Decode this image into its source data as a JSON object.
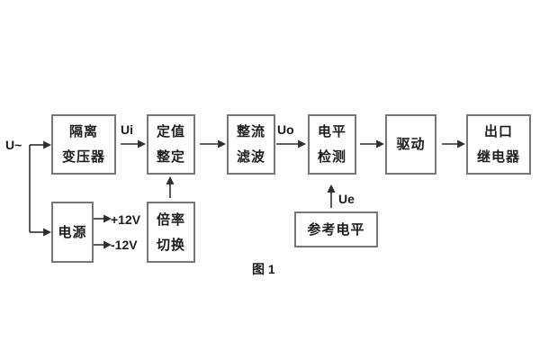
{
  "diagram": {
    "caption": "图 1",
    "input_label": "U~",
    "signal_labels": {
      "ui": "Ui",
      "uo": "Uo",
      "ue": "Ue"
    },
    "power_rails": {
      "positive": "+12V",
      "negative": "-12V"
    },
    "blocks": {
      "isolation_transformer": {
        "line1": "隔离",
        "line2": "变压器"
      },
      "setpoint_adjust": {
        "line1": "定值",
        "line2": "整定"
      },
      "rectifier_filter": {
        "line1": "整流",
        "line2": "滤波"
      },
      "level_detection": {
        "line1": "电平",
        "line2": "检测"
      },
      "drive": {
        "line1": "驱动"
      },
      "output_relay": {
        "line1": "出口",
        "line2": "继电器"
      },
      "power_supply": {
        "line1": "电源"
      },
      "ratio_switch": {
        "line1": "倍率",
        "line2": "切换"
      },
      "reference_level": {
        "line1": "参考电平"
      }
    },
    "colors": {
      "background": "#ffffff",
      "box_border": "#777777",
      "wire": "#2e2e2e",
      "text": "#1c1c1c"
    }
  }
}
